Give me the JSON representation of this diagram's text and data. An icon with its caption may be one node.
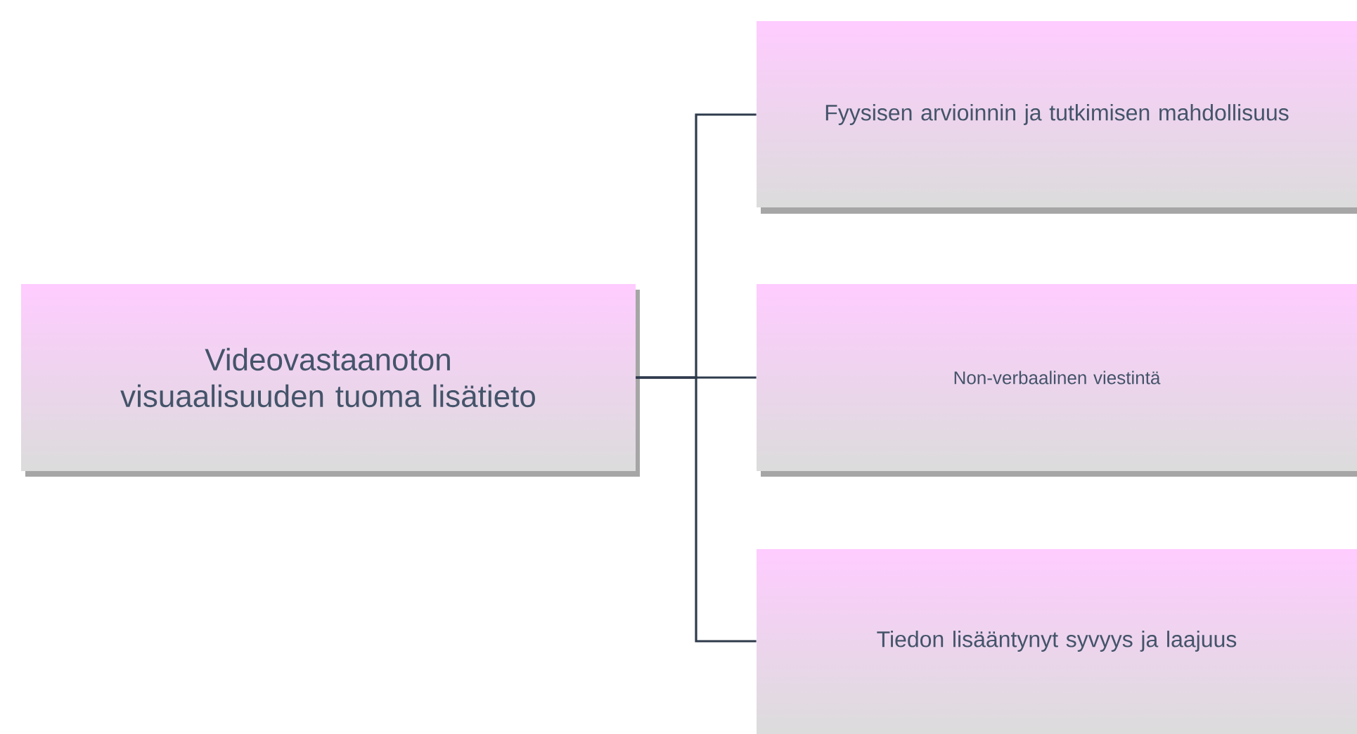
{
  "diagram": {
    "nodes": [
      {
        "text": [
          "Videovastaanoton visuaalisuuden tuoma lisätieto"
        ]
      },
      {
        "text": [
          "Fyysisen arvioinnin ja tutkimisen mahdollisuus"
        ]
      },
      {
        "text": [
          "Non-verbaalinen viestintä"
        ]
      },
      {
        "text": [
          "Tiedon lisääntynyt syvyys ja laajuus"
        ]
      }
    ],
    "edges": [
      {
        "from": 0,
        "to": 1,
        "arrow": "none"
      },
      {
        "from": 0,
        "to": 2,
        "arrow": "none"
      },
      {
        "from": 0,
        "to": 3,
        "arrow": "none"
      }
    ]
  }
}
